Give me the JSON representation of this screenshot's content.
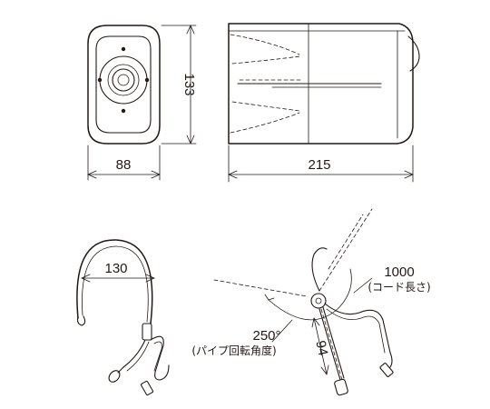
{
  "dimensions": {
    "front_width": "88",
    "front_height": "133",
    "side_length": "215",
    "headband_width": "130",
    "mic_arm_length": "94"
  },
  "annotations": {
    "cord_length_value": "1000",
    "cord_length_label": "(コード長さ)",
    "rotation_value": "250°",
    "rotation_label": "(パイプ回転角度)"
  }
}
